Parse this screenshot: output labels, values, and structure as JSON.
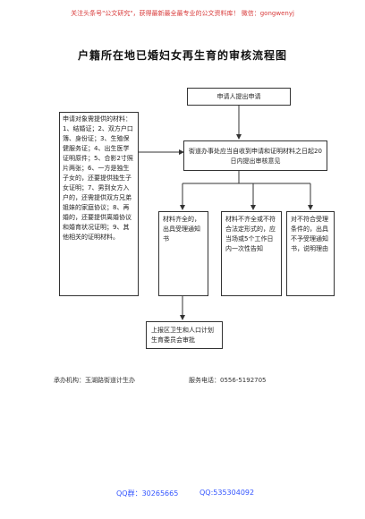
{
  "header": {
    "banner": "关注头条号\"公文研究\"，获得最新最全最专业的公文资料库！ 微信：gongwenyj",
    "title": "户籍所在地已婚妇女再生育的审核流程图"
  },
  "flow": {
    "start": "申请人提出申请",
    "materials": "申请对象需提供的材料：1、结婚证；2、双方户口簿、身份证；3、生殖保健服务证；4、出生医学证明原件；5、合影2寸照片两张；6、一方是独生子女的，还要提供独生子女证明；7、男到女方入户的，还需提供双方兄弟姐妹的家庭协议；8、再婚的，还要提供离婚协议和婚育状况证明；9、其他相关的证明材料。",
    "review": "街道办事处应当自收到申请和证明材料之日起20日内提出审核意见",
    "branch_complete": "材料齐全的，出具受理通知书",
    "branch_incomplete": "材料不齐全或不符合法定形式的，应当场或5个工作日内一次性告知",
    "branch_reject": "对不符合受理条件的，出具不予受理通知书，说明理由",
    "submit": "上报区卫生和人口计划生育委员会审批"
  },
  "footer": {
    "organizer": "承办机构：玉湖路街道计生办",
    "phone": "服务电话：0556-5192705",
    "qq_group": "QQ群：30265665",
    "qq": "QQ:535304092"
  }
}
